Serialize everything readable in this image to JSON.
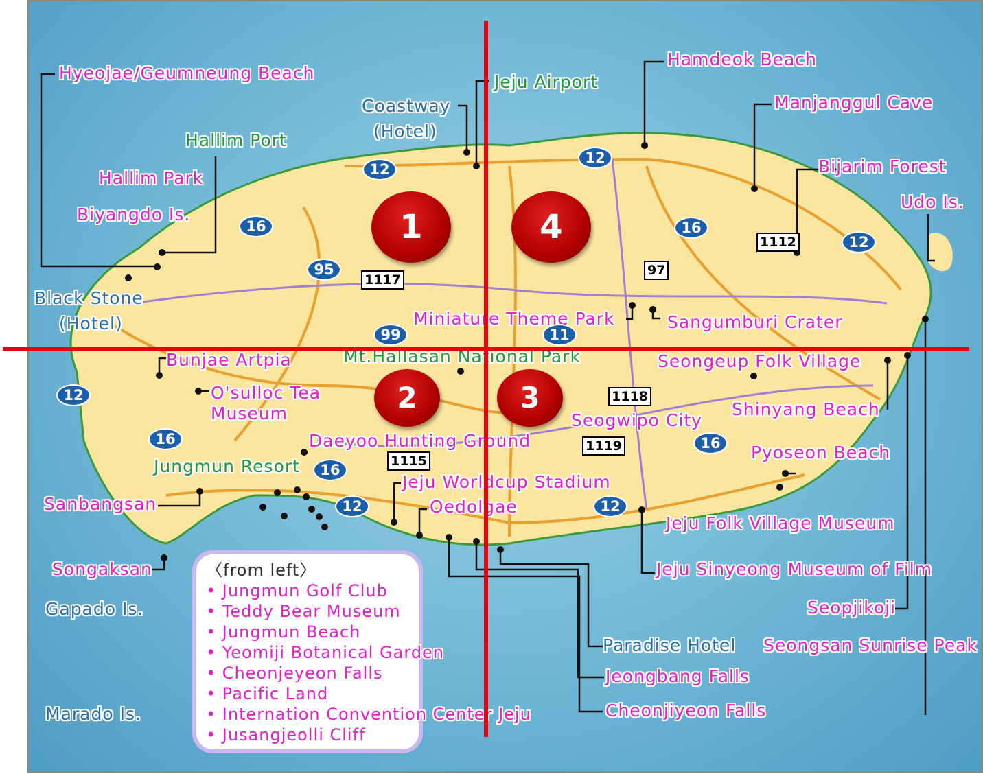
{
  "colors": {
    "sea": "#6cb4d4",
    "land": "#fbe6a0",
    "label_magenta": "#e020c8",
    "label_green": "#1e9a3a",
    "label_blue": "#2a6ea8",
    "road_orange": "#e8a030",
    "road_purple": "#a080d0",
    "quadrant_lines": "#e8000a",
    "marker": "#b00000"
  },
  "labels": {
    "hyeojae": "Hyeojae/Geumneung Beach",
    "hallim_port": "Hallim Port",
    "hallim_park": "Hallim Park",
    "biyangdo": "Biyangdo Is.",
    "black_stone_1": "Black Stone",
    "black_stone_2": "(Hotel)",
    "coastway_1": "Coastway",
    "coastway_2": "(Hotel)",
    "jeju_airport": "Jeju Airport",
    "hamdeok": "Hamdeok Beach",
    "manjanggul": "Manjanggul Cave",
    "bijarim": "Bijarim Forest",
    "udo": "Udo Is.",
    "miniature": "Miniature Theme Park",
    "sangumburi": "Sangumburi Crater",
    "hallasan": "Mt.Hallasan National Park",
    "seongeup": "Seongeup Folk Village",
    "shinyang": "Shinyang Beach",
    "pyoseon": "Pyoseon Beach",
    "bunjae": "Bunjae Artpia",
    "osulloc_1": "O'sulloc Tea",
    "osulloc_2": "Museum",
    "seogwipo_partial": "Seogwipo City",
    "daeyoo": "Daeyoo Hunting Ground",
    "jungmun": "Jungmun Resort",
    "sanbangsan": "Sanbangsan",
    "worldcup": "Jeju Worldcup Stadium",
    "oedolgae": "Oedolgae",
    "folk_village_museum": "Jeju Folk Village Museum",
    "sinyeong": "Jeju Sinyeong Museum of Film",
    "seopjikoji": "Seopjikoji",
    "songaksan": "Songaksan",
    "gapado": "Gapado Is.",
    "marado": "Marado Is.",
    "paradise": "Paradise Hotel",
    "seongsan": "Seongsan Sunrise Peak",
    "jeongbang": "Jeongbang Falls",
    "cheonjiyeon": "Cheonjiyeon Falls"
  },
  "callout": {
    "title": "〈from left〉",
    "items": [
      "Jungmun Golf Club",
      "Teddy Bear Museum",
      "Jungmun Beach",
      "Yeomiji Botanical Garden",
      "Cheonjeyeon Falls",
      "Pacific Land",
      "Internation Convention Center Jeju",
      "Jusangjeolli Cliff"
    ]
  },
  "highways": [
    "12",
    "12",
    "16",
    "95",
    "16",
    "12",
    "99",
    "11",
    "12",
    "16",
    "16",
    "16",
    "12",
    "12"
  ],
  "routes": [
    "1117",
    "97",
    "1112",
    "1118",
    "1119",
    "1115"
  ],
  "quadrants": [
    "1",
    "2",
    "3",
    "4"
  ]
}
